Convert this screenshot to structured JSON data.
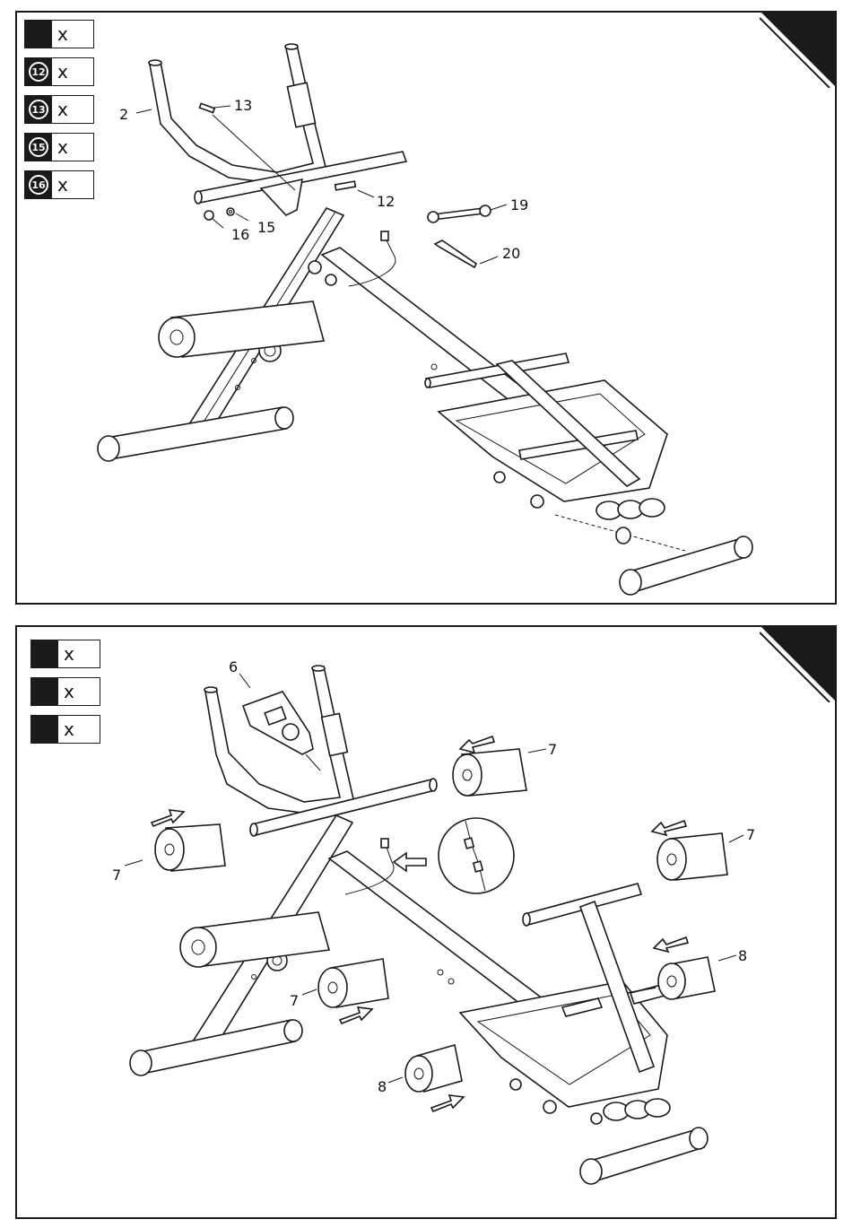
{
  "panels": [
    {
      "parts": [
        {
          "number": "",
          "qty": "x"
        },
        {
          "number": "12",
          "qty": "x"
        },
        {
          "number": "13",
          "qty": "x"
        },
        {
          "number": "15",
          "qty": "x"
        },
        {
          "number": "16",
          "qty": "x"
        }
      ],
      "callouts": [
        "2",
        "13",
        "12",
        "15",
        "16",
        "19",
        "20"
      ]
    },
    {
      "parts": [
        {
          "number": "",
          "qty": "x"
        },
        {
          "number": "",
          "qty": "x"
        },
        {
          "number": "",
          "qty": "x"
        }
      ],
      "callouts": [
        "6",
        "7",
        "7",
        "7",
        "7",
        "8",
        "8"
      ]
    }
  ]
}
